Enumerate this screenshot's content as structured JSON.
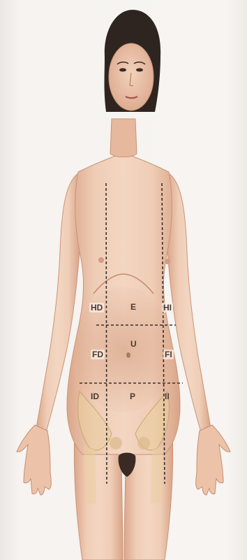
{
  "regions": {
    "right_hypochondrium": "HD",
    "epigastrium": "E",
    "left_hypochondrium": "HI",
    "right_flank": "FD",
    "umbilical": "U",
    "left_flank": "FI",
    "right_iliac": "ID",
    "hypogastrium": "P",
    "left_iliac": "II"
  },
  "colors": {
    "skin": "#eec8b0",
    "skin_shadow": "#d9a68a",
    "hair": "#2e2420",
    "divider_lines": "#3a2e2a",
    "bone": "#e9cf9e"
  }
}
